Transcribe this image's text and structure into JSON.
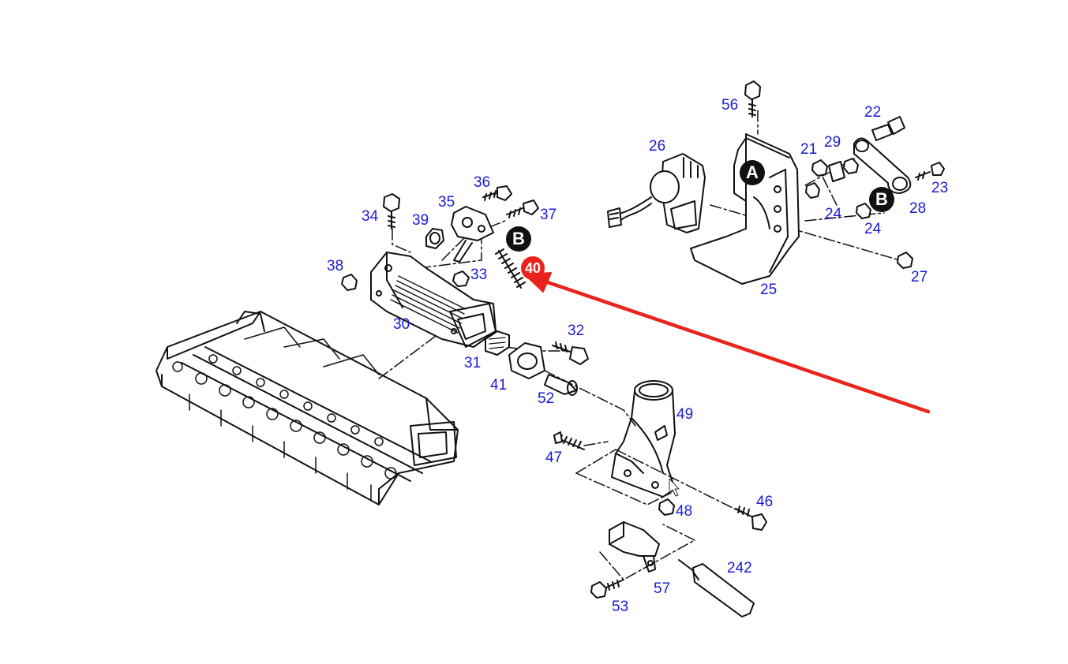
{
  "labels": {
    "p56": "56",
    "p22": "22",
    "p26": "26",
    "p21": "21",
    "p29": "29",
    "p23": "23",
    "p24a": "24",
    "p28": "28",
    "p24b": "24",
    "p27": "27",
    "p25": "25",
    "p36": "36",
    "p35": "35",
    "p34": "34",
    "p39": "39",
    "p37": "37",
    "p38": "38",
    "p33": "33",
    "p30": "30",
    "p32": "32",
    "p31": "31",
    "p41": "41",
    "p52": "52",
    "p49": "49",
    "p47": "47",
    "p46": "46",
    "p48": "48",
    "p242": "242",
    "p57": "57",
    "p53": "53"
  },
  "callouts": {
    "A": "A",
    "B_right": "B",
    "B_left": "B"
  },
  "highlight": {
    "label": "40",
    "color": "#e8241c"
  },
  "colors": {
    "label": "#1a1ad6",
    "line": "#111111",
    "arrow": "#e8241c"
  }
}
